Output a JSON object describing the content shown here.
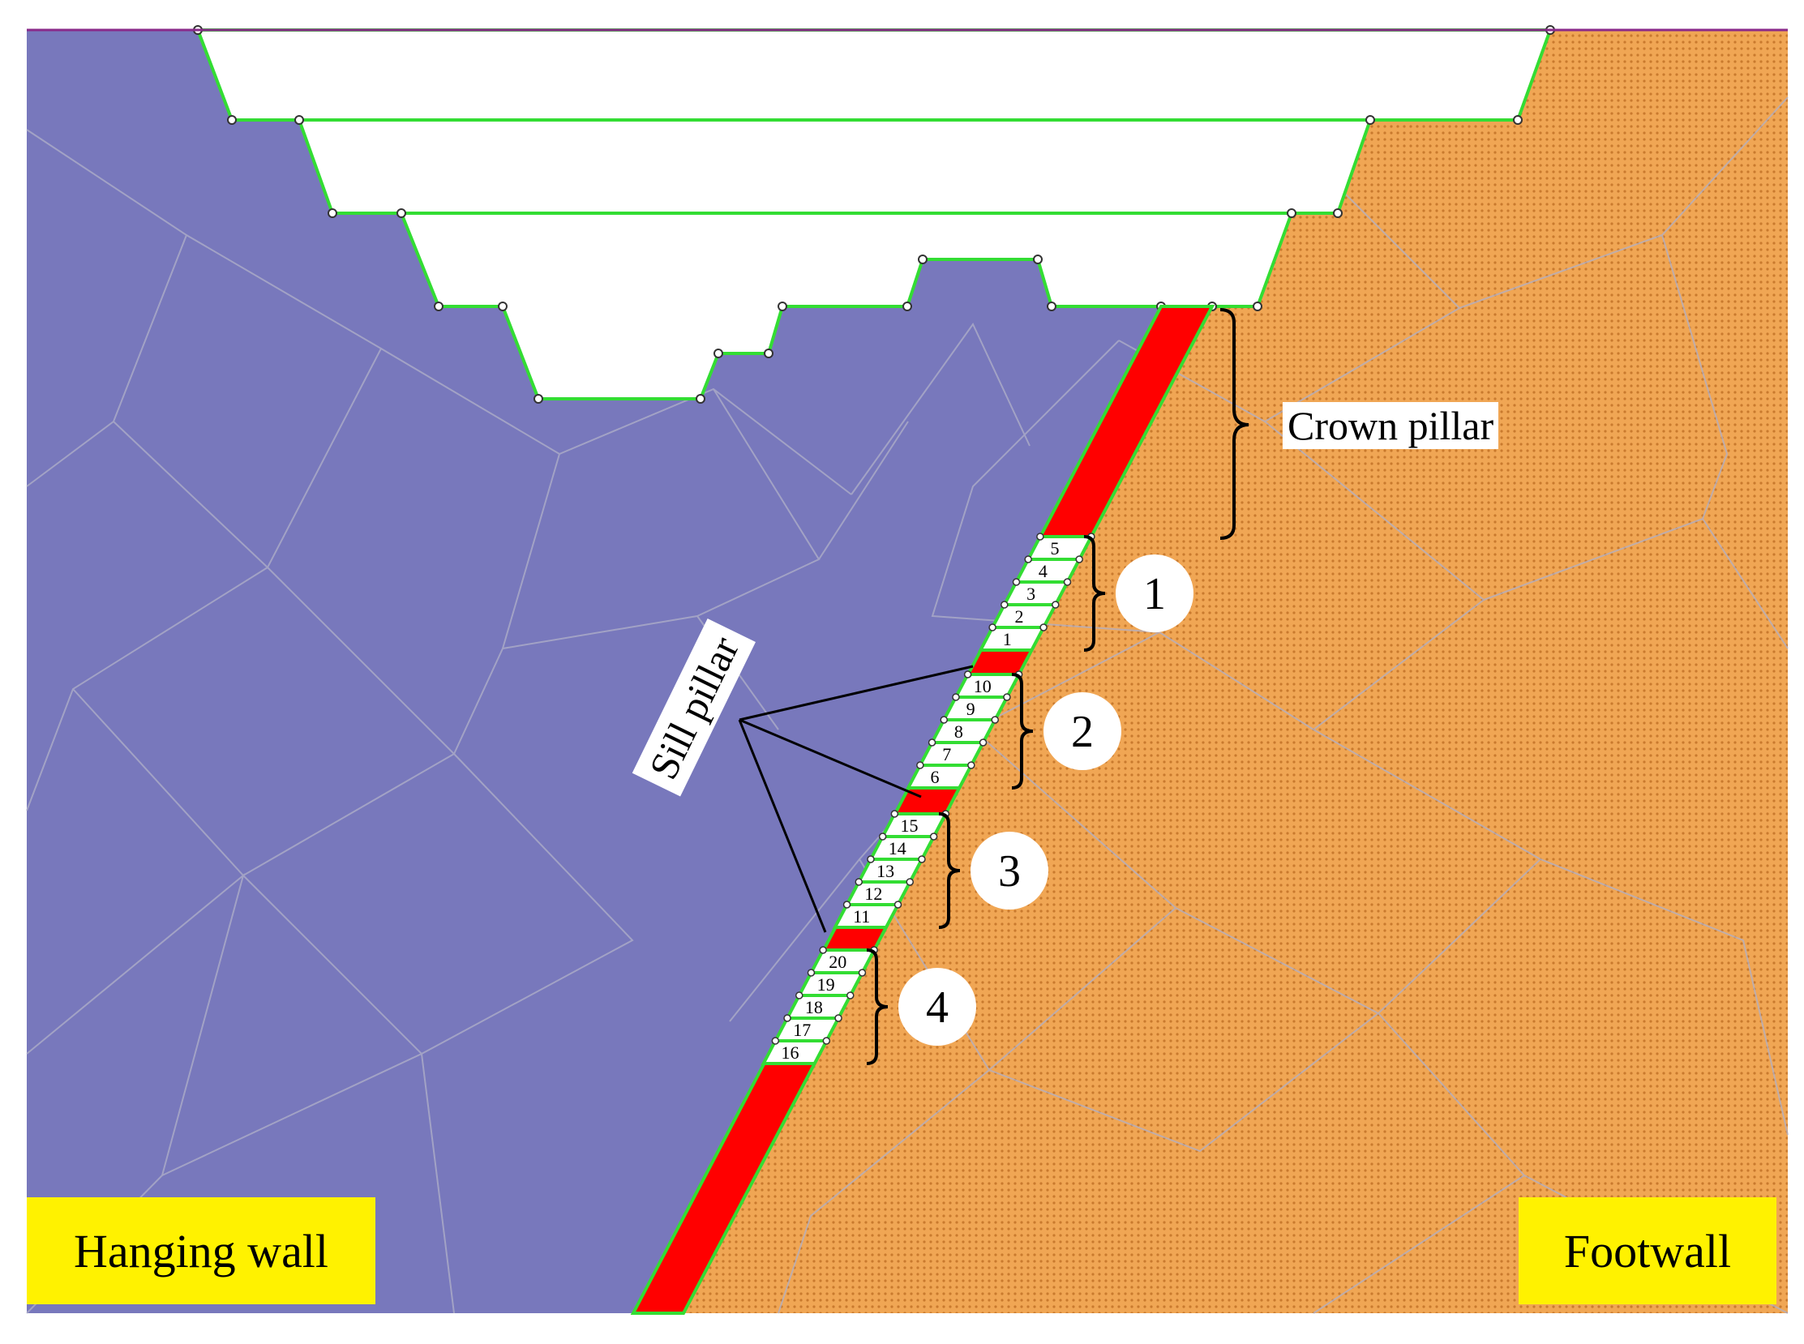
{
  "labels": {
    "hanging_wall": "Hanging wall",
    "footwall": "Footwall",
    "crown_pillar": "Crown pillar",
    "sill_pillar": "Sill pillar"
  },
  "groups": [
    "1",
    "2",
    "3",
    "4"
  ],
  "stopes": [
    [
      "1",
      "2",
      "3",
      "4",
      "5"
    ],
    [
      "6",
      "7",
      "8",
      "9",
      "10"
    ],
    [
      "11",
      "12",
      "13",
      "14",
      "15"
    ],
    [
      "16",
      "17",
      "18",
      "19",
      "20"
    ]
  ],
  "colors": {
    "hanging_wall": "#7878bc",
    "footwall": "#f0a654",
    "pillar": "#ff0000",
    "outline": "#33dd33",
    "mesh": "#a8a8c0",
    "label_bg": "#fff200"
  }
}
